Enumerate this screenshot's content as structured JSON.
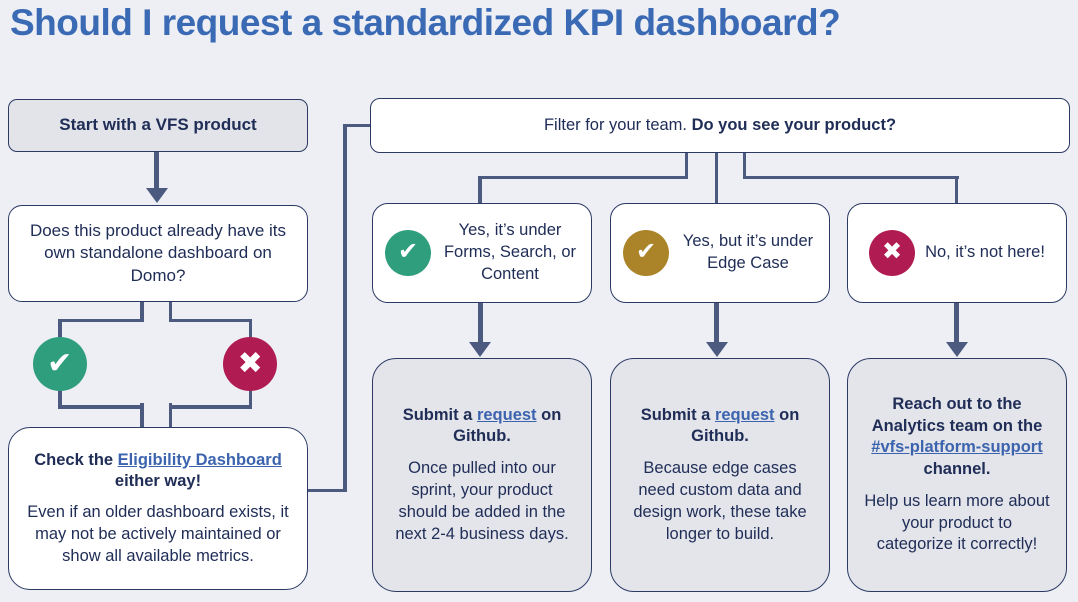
{
  "title": "Should I request a standardized KPI dashboard?",
  "left_flow": {
    "start_label": "Start with a VFS product",
    "question": "Does this product already have its own standalone dashboard on Domo?",
    "icons": {
      "yes_glyph": "✔",
      "no_glyph": "✖"
    },
    "check": {
      "head_pre": "Check the ",
      "link": "Eligibility Dashboard",
      "head_post": "either way!",
      "body": "Even if an older dashboard exists, it may not be actively maintained or show all available metrics."
    }
  },
  "filter": {
    "text_normal": "Filter for your team. ",
    "text_bold": "Do you see your product?"
  },
  "branches": [
    {
      "icon": "check-icon",
      "glyph": "✔",
      "color": "#2f9e7d",
      "label": "Yes, it’s under Forms, Search, or Content",
      "result": {
        "head_pre": "Submit a ",
        "link": "request",
        "head_post": " on Github.",
        "body": "Once pulled into our sprint, your product should be added in the next 2-4 business days."
      }
    },
    {
      "icon": "check-icon",
      "glyph": "✔",
      "color": "#ab8429",
      "label": "Yes, but it’s under Edge Case",
      "result": {
        "head_pre": "Submit a ",
        "link": "request",
        "head_post": " on Github.",
        "body": "Because edge cases need custom data and design work, these take longer to build."
      }
    },
    {
      "icon": "x-icon",
      "glyph": "✖",
      "color": "#b01c51",
      "label": "No, it’s not here!",
      "result": {
        "head_pre": "Reach out to the Analytics team on the ",
        "link": "#vfs-platform-support",
        "head_post": " channel.",
        "body": "Help us  learn more about your product to categorize it correctly!"
      }
    }
  ],
  "colors": {
    "background": "#edeff5",
    "title": "#3b6ab5",
    "box_border": "#2c3a63",
    "text": "#202e57",
    "link": "#3c64ae",
    "connector": "#4b5a7e",
    "green": "#2f9e7d",
    "gold": "#ab8429",
    "crimson": "#b01c51",
    "gray_fill": "#e4e5eb"
  }
}
